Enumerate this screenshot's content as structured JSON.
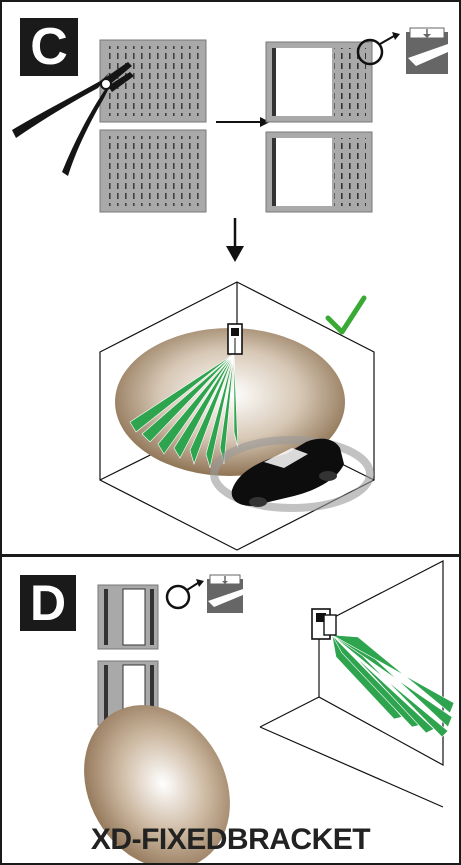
{
  "panel_c": {
    "label": "C",
    "colors": {
      "panel": "#a9a9a9",
      "sensor_beams": "#2ea44f",
      "check": "#3aaa35",
      "floor_glow": "#b59a7d"
    },
    "icons": [
      "wire-cutter-icon",
      "checkmark-icon",
      "arrow-right-icon",
      "arrow-down-icon",
      "waste-bin-icon",
      "car-icon"
    ]
  },
  "panel_d": {
    "label": "D",
    "title": "XD-FIXEDBRACKET",
    "icons": [
      "waste-bin-icon",
      "sensor-bracket-icon"
    ]
  }
}
